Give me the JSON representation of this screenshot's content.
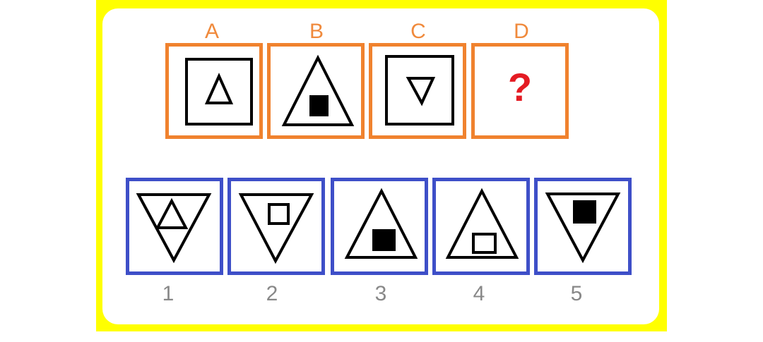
{
  "puzzle": {
    "sequence": [
      {
        "label": "A",
        "figure": "square-containing-upward-triangle"
      },
      {
        "label": "B",
        "figure": "upward-triangle-containing-filled-square"
      },
      {
        "label": "C",
        "figure": "square-containing-downward-triangle"
      },
      {
        "label": "D",
        "figure": "unknown",
        "question_mark": "?"
      }
    ],
    "options": [
      {
        "label": "1",
        "figure": "downward-triangle-containing-upward-triangle"
      },
      {
        "label": "2",
        "figure": "downward-triangle-containing-hollow-square"
      },
      {
        "label": "3",
        "figure": "upward-triangle-containing-filled-square"
      },
      {
        "label": "4",
        "figure": "upward-triangle-containing-hollow-square"
      },
      {
        "label": "5",
        "figure": "downward-triangle-containing-filled-square"
      }
    ]
  },
  "colors": {
    "frame": "#ffff00",
    "sequence_border": "#f0822e",
    "sequence_label": "#f08a3c",
    "option_border": "#3e4fc8",
    "option_label": "#888888",
    "question_mark": "#e41b23"
  }
}
